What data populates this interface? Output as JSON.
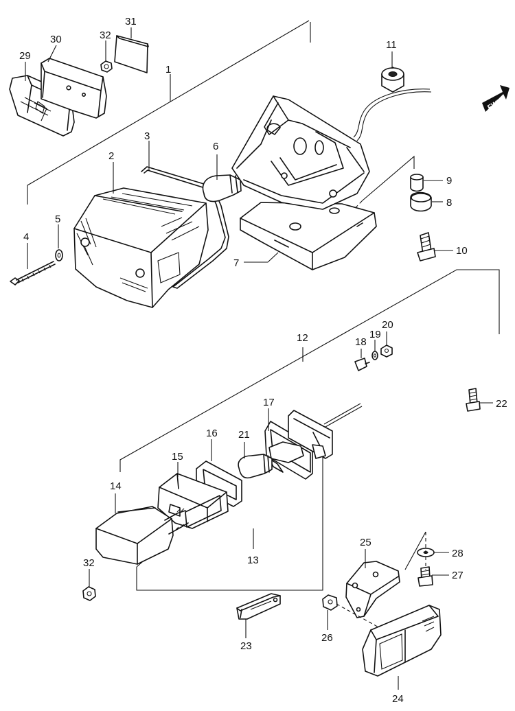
{
  "diagram": {
    "fwd_label": "FWD",
    "callouts": [
      {
        "id": "1",
        "label": "1"
      },
      {
        "id": "2",
        "label": "2"
      },
      {
        "id": "3",
        "label": "3"
      },
      {
        "id": "4",
        "label": "4"
      },
      {
        "id": "5",
        "label": "5"
      },
      {
        "id": "6",
        "label": "6"
      },
      {
        "id": "7",
        "label": "7"
      },
      {
        "id": "8",
        "label": "8"
      },
      {
        "id": "9",
        "label": "9"
      },
      {
        "id": "10",
        "label": "10"
      },
      {
        "id": "11",
        "label": "11"
      },
      {
        "id": "12",
        "label": "12"
      },
      {
        "id": "13",
        "label": "13"
      },
      {
        "id": "14",
        "label": "14"
      },
      {
        "id": "15",
        "label": "15"
      },
      {
        "id": "16",
        "label": "16"
      },
      {
        "id": "17",
        "label": "17"
      },
      {
        "id": "18",
        "label": "18"
      },
      {
        "id": "19",
        "label": "19"
      },
      {
        "id": "20",
        "label": "20"
      },
      {
        "id": "21",
        "label": "21"
      },
      {
        "id": "22",
        "label": "22"
      },
      {
        "id": "23",
        "label": "23"
      },
      {
        "id": "24",
        "label": "24"
      },
      {
        "id": "25",
        "label": "25"
      },
      {
        "id": "26",
        "label": "26"
      },
      {
        "id": "27",
        "label": "27"
      },
      {
        "id": "28",
        "label": "28"
      },
      {
        "id": "29",
        "label": "29"
      },
      {
        "id": "30",
        "label": "30"
      },
      {
        "id": "31",
        "label": "31"
      },
      {
        "id": "32a",
        "label": "32"
      },
      {
        "id": "32b",
        "label": "32"
      }
    ]
  }
}
